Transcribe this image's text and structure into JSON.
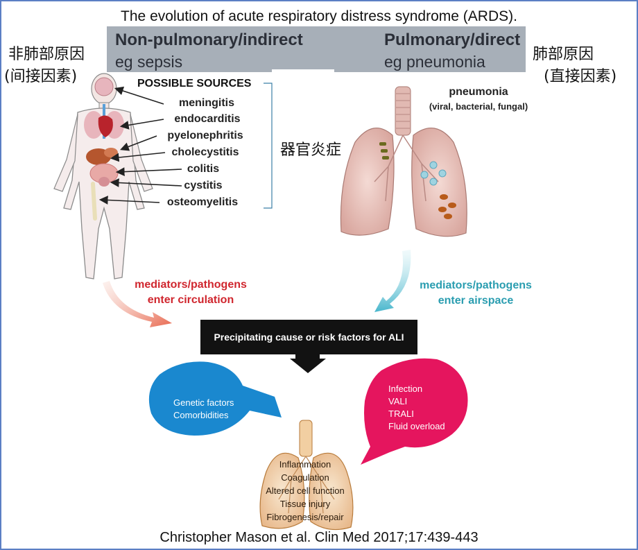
{
  "title": "The evolution of acute respiratory distress syndrome (ARDS).",
  "left_banner": {
    "heading": "Non-pulmonary/indirect",
    "example": "eg sepsis"
  },
  "right_banner": {
    "heading": "Pulmonary/direct",
    "example": "eg pneumonia"
  },
  "cjk_left": {
    "line1": "非肺部原因",
    "line2": "(间接因素)"
  },
  "cjk_right": {
    "line1": "肺部原因",
    "line2": "(直接因素)"
  },
  "cjk_organ": "器官炎症",
  "sources": {
    "heading": "POSSIBLE SOURCES",
    "items": [
      "meningitis",
      "endocarditis",
      "pyelonephritis",
      "cholecystitis",
      "colitis",
      "cystitis",
      "osteomyelitis"
    ]
  },
  "pneumonia": {
    "title": "pneumonia",
    "subtitle": "(viral, bacterial, fungal)"
  },
  "mediators_circulation": {
    "line1": "mediators/pathogens",
    "line2": "enter circulation"
  },
  "mediators_airspace": {
    "line1": "mediators/pathogens",
    "line2": "enter airspace"
  },
  "precipitating": "Precipitating cause or risk factors for ALI",
  "blue_bubble": [
    "Genetic factors",
    "Comorbidities"
  ],
  "pink_bubble": [
    "Infection",
    "VALI",
    "TRALI",
    "Fluid overload"
  ],
  "lung_effects": [
    "Inflammation",
    "Coagulation",
    "Altered cell function",
    "Tissue injury",
    "Fibrogenesis/repair"
  ],
  "citation": "Christopher Mason et al. Clin Med 2017;17:439-443",
  "colors": {
    "banner": "#a7afb8",
    "circulation_red": "#d0262e",
    "airspace_teal": "#2a9db0",
    "blue_bubble": "#1a88cf",
    "pink_bubble": "#e5155e",
    "black_box": "#121212",
    "frame_border": "#5b7fc4"
  },
  "icons": [
    "human-body-icon",
    "lungs-pneumonia-icon",
    "lungs-injured-icon",
    "arrow-icon"
  ]
}
